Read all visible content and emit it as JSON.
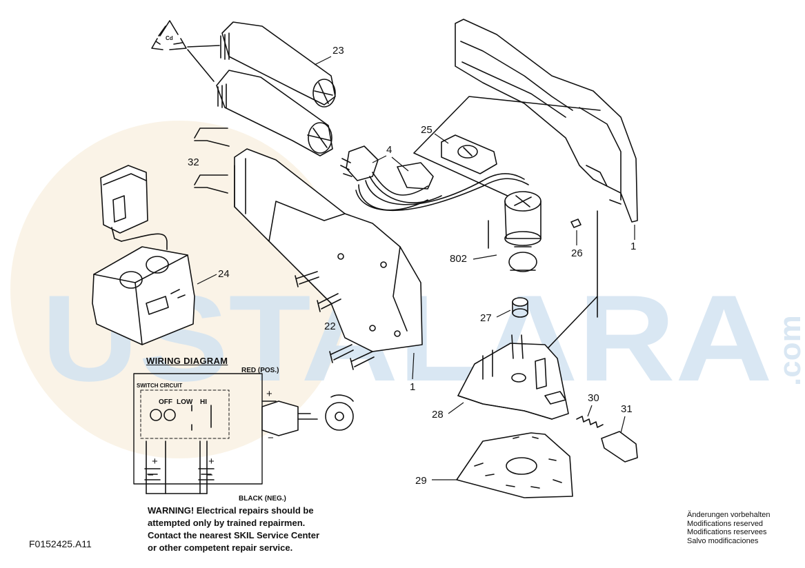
{
  "document_code": "F0152425.A11",
  "watermark": {
    "text": "USTALARA",
    "suffix": ".com",
    "color": "#cfe0ee",
    "accent": "#f3e2c4"
  },
  "wiring": {
    "title": "WIRING DIAGRAM",
    "red_label": "RED (POS.)",
    "black_label": "BLACK (NEG.)",
    "switch_label": "SWITCH CIRCUIT",
    "off": "OFF",
    "low": "LOW",
    "hi": "HI"
  },
  "warning": [
    "WARNING! Electrical repairs should be",
    "attempted only by trained repairmen.",
    "Contact the nearest SKIL Service Center",
    "or other competent repair service."
  ],
  "modifications": [
    "Änderungen vorbehalten",
    "Modifications reserved",
    "Modifications reservees",
    "Salvo modificaciones"
  ],
  "recycle_text": "Cd",
  "parts": {
    "p23": "23",
    "p25": "25",
    "p4": "4",
    "p32": "32",
    "p24": "24",
    "p802": "802",
    "p26": "26",
    "p1a": "1",
    "p1b": "1",
    "p22": "22",
    "p27": "27",
    "p28": "28",
    "p30": "30",
    "p31": "31",
    "p29": "29"
  }
}
